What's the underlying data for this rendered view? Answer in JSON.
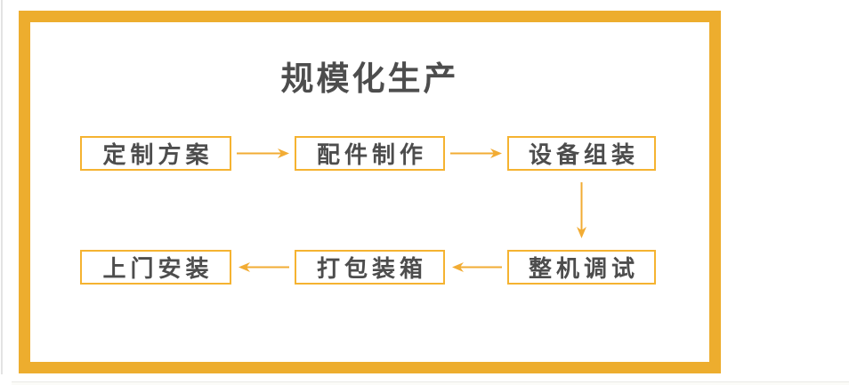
{
  "title": {
    "text": "规模化生产"
  },
  "colors": {
    "frame": "#EDAD2E",
    "box_border": "#F5B331",
    "arrow": "#F2AC34",
    "text": "#4D4D4D",
    "edge_line": "#E3E3E3",
    "bottom_divider": "#EAEAE6"
  },
  "flow": {
    "nodes": [
      {
        "id": "custom-plan",
        "label": "定制方案",
        "row": 0,
        "col": 0
      },
      {
        "id": "parts-making",
        "label": "配件制作",
        "row": 0,
        "col": 1
      },
      {
        "id": "equipment-assembly",
        "label": "设备组装",
        "row": 0,
        "col": 2
      },
      {
        "id": "machine-debugging",
        "label": "整机调试",
        "row": 1,
        "col": 2
      },
      {
        "id": "packing",
        "label": "打包装箱",
        "row": 1,
        "col": 1
      },
      {
        "id": "onsite-installation",
        "label": "上门安装",
        "row": 1,
        "col": 0
      }
    ],
    "arrows": [
      {
        "from": "custom-plan",
        "to": "parts-making",
        "direction": "right"
      },
      {
        "from": "parts-making",
        "to": "equipment-assembly",
        "direction": "right"
      },
      {
        "from": "equipment-assembly",
        "to": "machine-debugging",
        "direction": "down"
      },
      {
        "from": "machine-debugging",
        "to": "packing",
        "direction": "left"
      },
      {
        "from": "packing",
        "to": "onsite-installation",
        "direction": "left"
      }
    ]
  }
}
